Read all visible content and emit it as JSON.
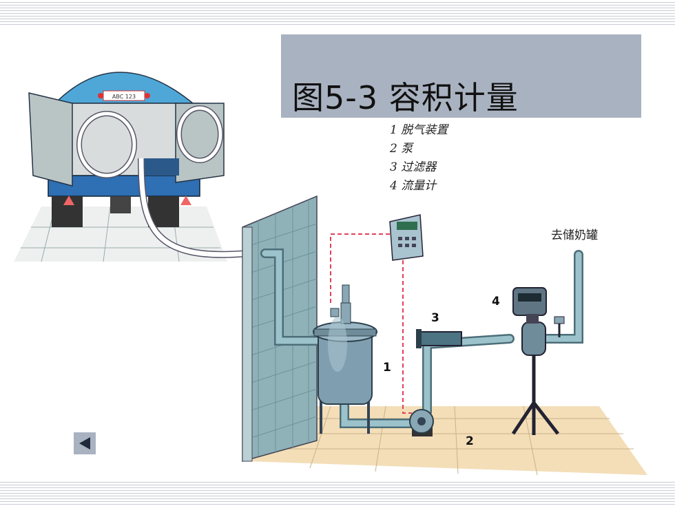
{
  "slide": {
    "title": "图5-3  容积计量"
  },
  "legend": [
    "1 脱气装置",
    "2 泵",
    "3 过滤器",
    "4 流量计"
  ],
  "component_numbers": [
    "1",
    "2",
    "3",
    "4"
  ],
  "destination_label": "去储奶罐",
  "truck_plate": "ABC 123",
  "nav": {
    "back_icon": "triangle-left-icon"
  },
  "colors": {
    "title_bar": "#a9b2c0",
    "pipe": "#8fb3bd",
    "floor": "#f3deb8",
    "wall": "#8fb1b8",
    "truck_blue": "#2f6fb3",
    "signal_line": "#e0405a"
  }
}
